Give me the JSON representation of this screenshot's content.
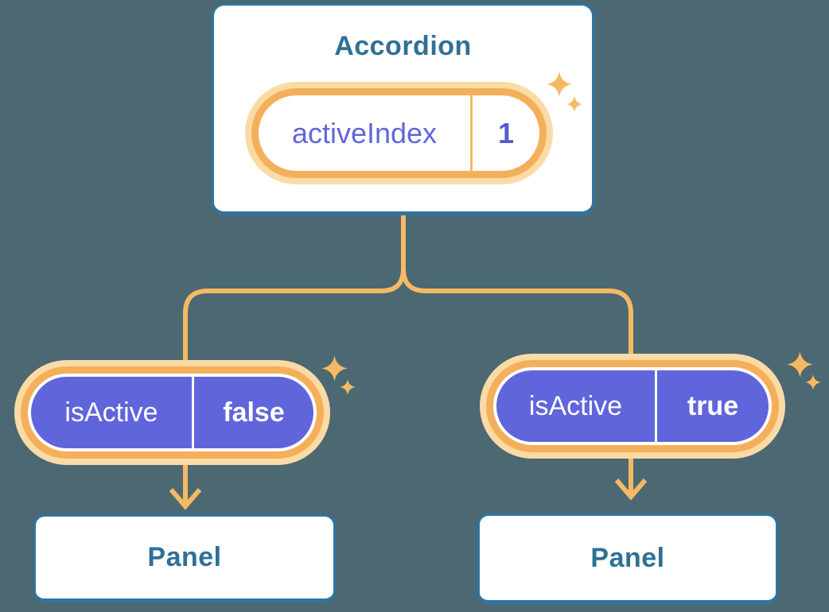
{
  "background": "#4C6872",
  "colors": {
    "connector_orange": "#F6B963",
    "ring_orange": "#F4AF5B",
    "ring_glow": "#FBDBA5",
    "pill_purple": "#6065DB",
    "purple_text": "#6366DC",
    "blue_text": "#2F7096",
    "node_border": "#3074A0",
    "node_bg": "#FFFFFF"
  },
  "accordion": {
    "title": "Accordion",
    "state": {
      "name": "activeIndex",
      "value": "1"
    }
  },
  "children": [
    {
      "prop": {
        "name": "isActive",
        "value": "false"
      },
      "panel": {
        "title": "Panel"
      }
    },
    {
      "prop": {
        "name": "isActive",
        "value": "true"
      },
      "panel": {
        "title": "Panel"
      }
    }
  ]
}
